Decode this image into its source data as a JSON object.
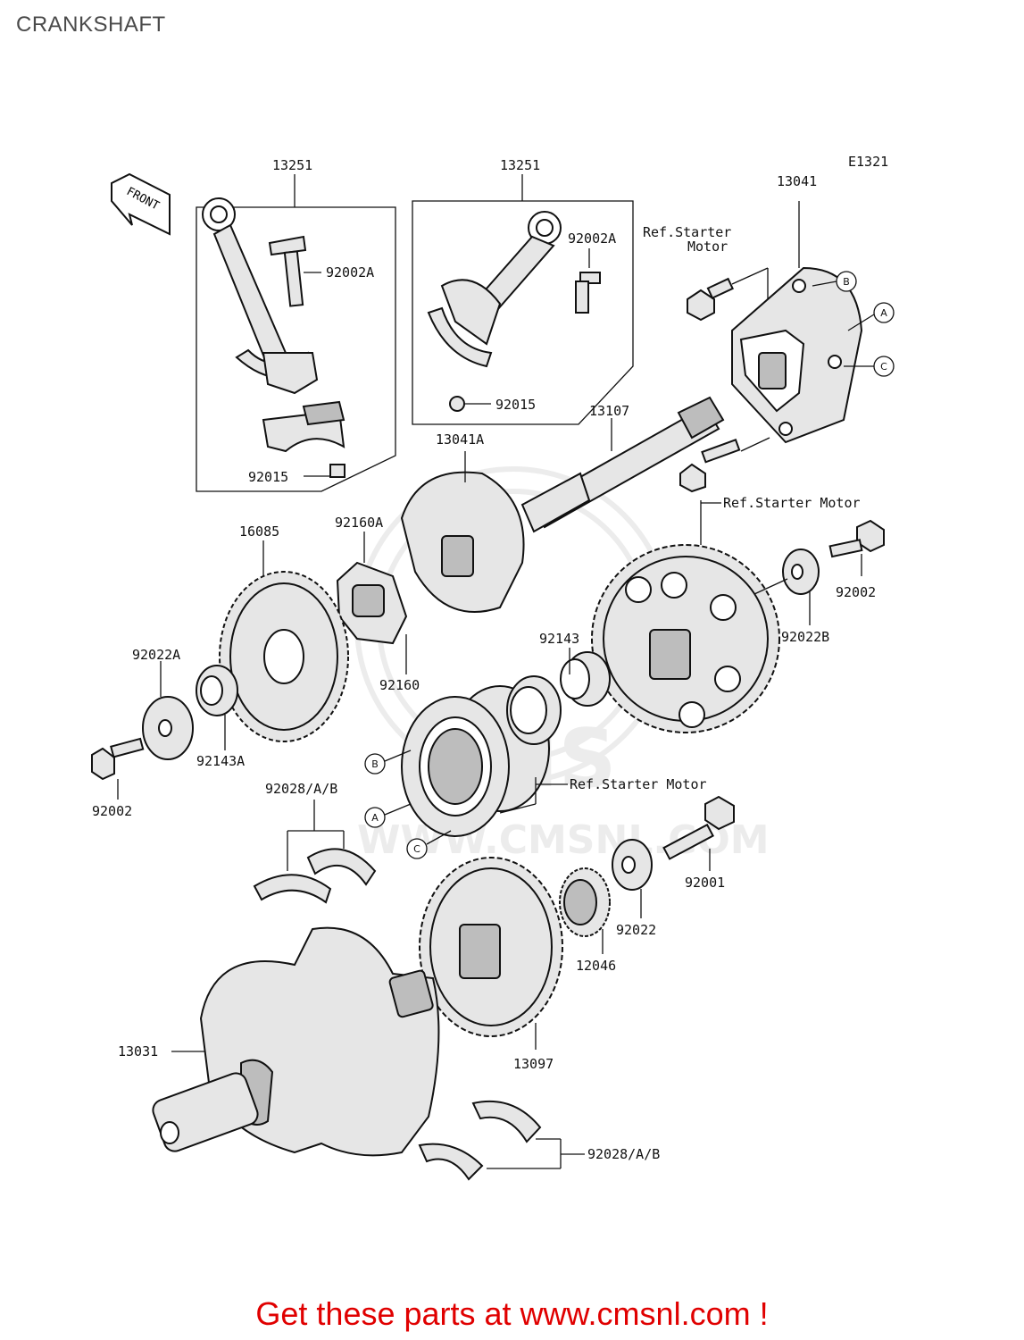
{
  "title": "CRANKSHAFT",
  "diagram_code": "E1321",
  "front_label": "FRONT",
  "footer": "Get these parts at www.cmsnl.com !",
  "watermark": {
    "logo": "CMS",
    "url": "WWW.CMSNL.COM"
  },
  "parts": {
    "p13251_left": "13251",
    "p13251_right": "13251",
    "p92002A_left": "92002A",
    "p92002A_right": "92002A",
    "p92015_left": "92015",
    "p92015_right": "92015",
    "p13041": "13041",
    "p13041A": "13041A",
    "p13107": "13107",
    "p16085": "16085",
    "p92160A": "92160A",
    "p92160": "92160",
    "p92143": "92143",
    "p92143A": "92143A",
    "p92022A": "92022A",
    "p92022B": "92022B",
    "p92022": "92022",
    "p92002_left": "92002",
    "p92002_right": "92002",
    "p92001": "92001",
    "p92028_top": "92028/A/B",
    "p92028_bottom": "92028/A/B",
    "p12046": "12046",
    "p13097": "13097",
    "p13031": "13031"
  },
  "references": {
    "starter_motor_1_line1": "Ref.Starter",
    "starter_motor_1_line2": "Motor",
    "starter_motor_2": "Ref.Starter Motor",
    "starter_motor_3": "Ref.Starter Motor"
  },
  "callouts": {
    "a_top": "A",
    "b_top": "B",
    "c_top": "C",
    "a_mid": "A",
    "b_mid": "B",
    "c_mid": "C"
  }
}
